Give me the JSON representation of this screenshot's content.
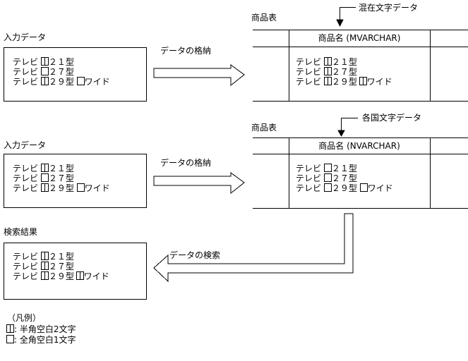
{
  "colors": {
    "line": "#000000",
    "background": "#ffffff",
    "text": "#000000"
  },
  "flow1": {
    "input_title": "入力データ",
    "input_lines": [
      [
        {
          "t": "テレビ "
        },
        {
          "b": "hh"
        },
        {
          "t": "２１型"
        }
      ],
      [
        {
          "t": "テレビ "
        },
        {
          "b": "z"
        },
        {
          "t": "２７型"
        }
      ],
      [
        {
          "t": "テレビ "
        },
        {
          "b": "hh"
        },
        {
          "t": "２９型 "
        },
        {
          "b": "z"
        },
        {
          "t": "ワイド"
        }
      ]
    ],
    "store_arrow_label": "データの格納",
    "table_title": "商品表",
    "callout_label": "混在文字データ",
    "column_header": "商品名 (MVARCHAR)",
    "table_lines": [
      [
        {
          "t": "テレビ "
        },
        {
          "b": "hh"
        },
        {
          "t": "２１型"
        }
      ],
      [
        {
          "t": "テレビ "
        },
        {
          "b": "hh"
        },
        {
          "t": "２７型"
        }
      ],
      [
        {
          "t": "テレビ "
        },
        {
          "b": "hh"
        },
        {
          "t": "２９型 "
        },
        {
          "b": "hh"
        },
        {
          "t": "ワイド"
        }
      ]
    ]
  },
  "flow2": {
    "input_title": "入力データ",
    "input_lines": [
      [
        {
          "t": "テレビ "
        },
        {
          "b": "hh"
        },
        {
          "t": "２１型"
        }
      ],
      [
        {
          "t": "テレビ "
        },
        {
          "b": "z"
        },
        {
          "t": "２７型"
        }
      ],
      [
        {
          "t": "テレビ "
        },
        {
          "b": "hh"
        },
        {
          "t": "２９型 "
        },
        {
          "b": "z"
        },
        {
          "t": "ワイド"
        }
      ]
    ],
    "store_arrow_label": "データの格納",
    "table_title": "商品表",
    "callout_label": "各国文字データ",
    "column_header": "商品名 (NVARCHAR)",
    "table_lines": [
      [
        {
          "t": "テレビ "
        },
        {
          "b": "z"
        },
        {
          "t": "２１型"
        }
      ],
      [
        {
          "t": "テレビ "
        },
        {
          "b": "z"
        },
        {
          "t": "２７型"
        }
      ],
      [
        {
          "t": "テレビ "
        },
        {
          "b": "z"
        },
        {
          "t": "２９型 "
        },
        {
          "b": "z"
        },
        {
          "t": "ワイド"
        }
      ]
    ]
  },
  "search": {
    "arrow_label": "データの検索",
    "result_title": "検索結果",
    "result_lines": [
      [
        {
          "t": "テレビ "
        },
        {
          "b": "hh"
        },
        {
          "t": "２１型"
        }
      ],
      [
        {
          "t": "テレビ "
        },
        {
          "b": "hh"
        },
        {
          "t": "２７型"
        }
      ],
      [
        {
          "t": "テレビ "
        },
        {
          "b": "hh"
        },
        {
          "t": "２９型 "
        },
        {
          "b": "hh"
        },
        {
          "t": "ワイド"
        }
      ]
    ]
  },
  "legend": {
    "title": "（凡例）",
    "items": [
      [
        {
          "b": "hh"
        },
        {
          "t": ": 半角空白2文字"
        }
      ],
      [
        {
          "b": "z"
        },
        {
          "t": ": 全角空白1文字"
        }
      ]
    ]
  }
}
